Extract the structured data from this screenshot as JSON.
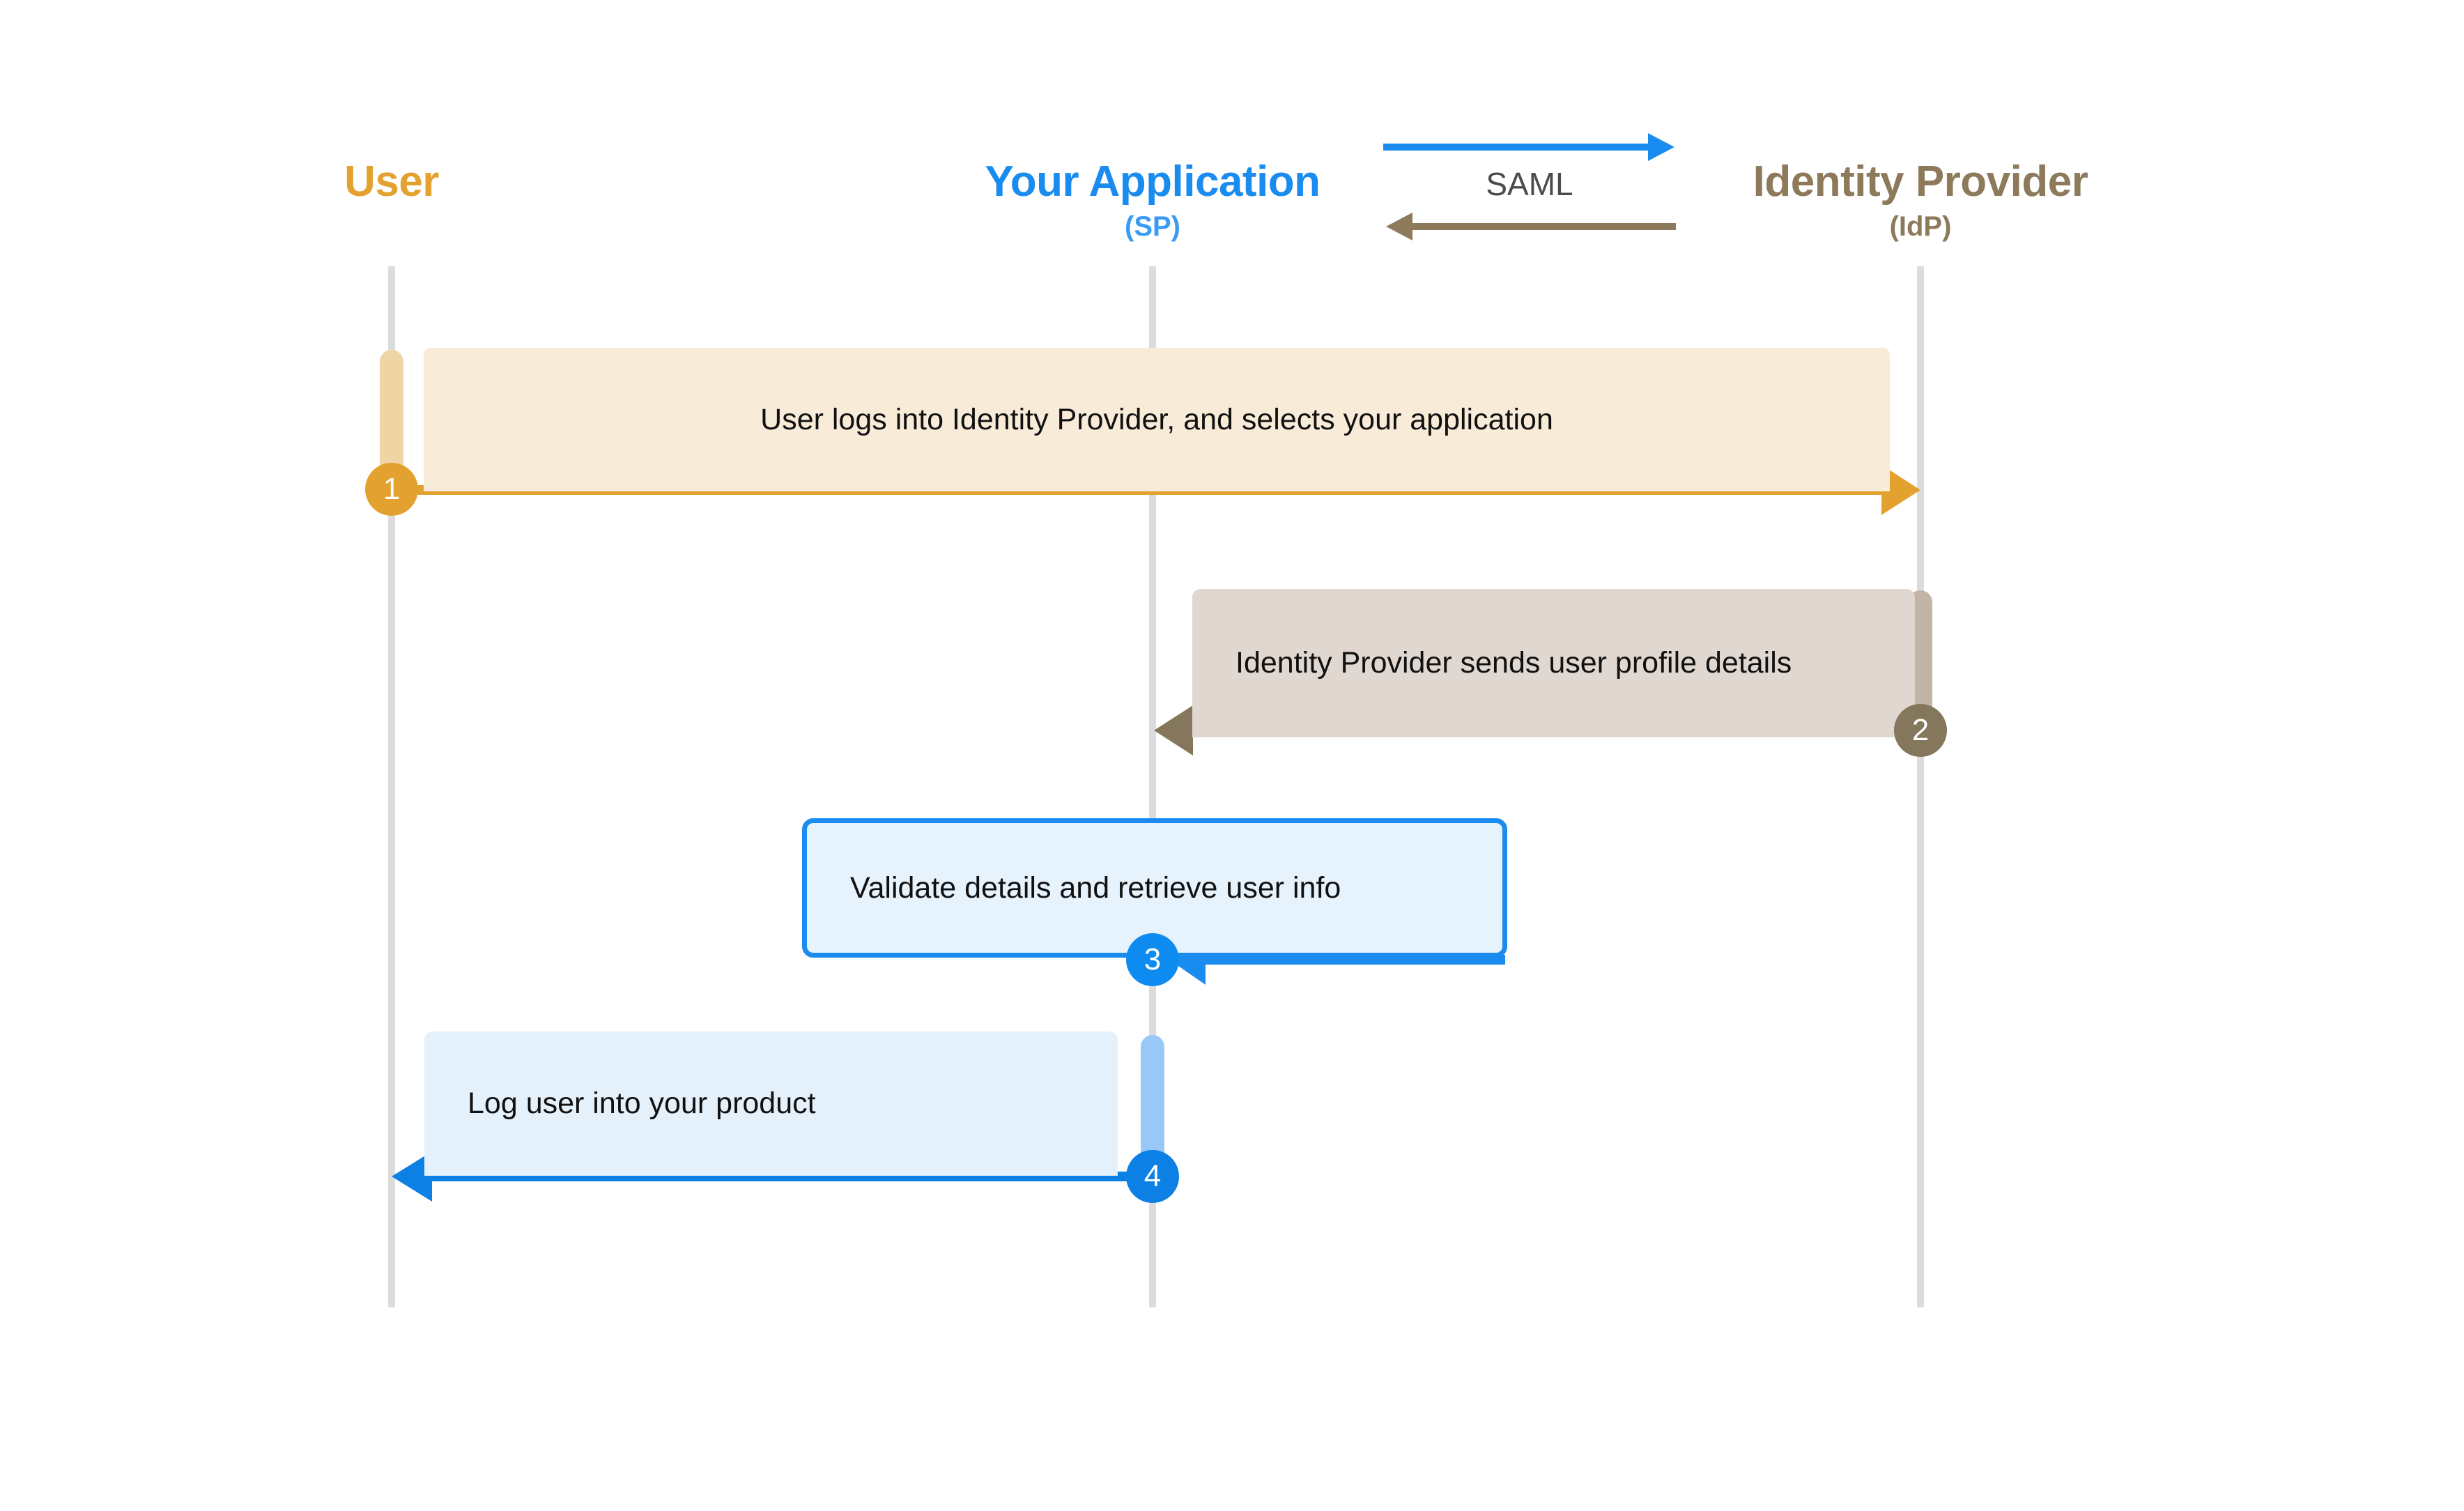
{
  "actors": [
    {
      "id": "user",
      "title": "User",
      "sub": "",
      "color": "#e3a230"
    },
    {
      "id": "app",
      "title": "Your Application",
      "sub": "(SP)",
      "color": "#1a8cf0"
    },
    {
      "id": "idp",
      "title": "Identity Provider",
      "sub": "(IdP)",
      "color": "#8c7a5b"
    }
  ],
  "legend": {
    "label": "SAML",
    "outbound_color": "#1a8cf0",
    "inbound_color": "#8c7a5b"
  },
  "steps": [
    {
      "number": "1",
      "text": "User logs into Identity Provider, and selects your application",
      "from": "user",
      "to": "idp",
      "direction": "right",
      "color": "#e3a230",
      "fill": "#f8ecd9"
    },
    {
      "number": "2",
      "text": "Identity Provider sends user profile details",
      "from": "idp",
      "to": "app",
      "direction": "left",
      "color": "#85775c",
      "fill": "#e0d7d0"
    },
    {
      "number": "3",
      "text": "Validate details and retrieve user info",
      "from": "app",
      "to": "app",
      "direction": "self",
      "color": "#1a8cf0",
      "fill": "#e6f2fc"
    },
    {
      "number": "4",
      "text": "Log user into your product",
      "from": "app",
      "to": "user",
      "direction": "left",
      "color": "#0d80e5",
      "fill": "#e4f0fa"
    }
  ],
  "colors": {
    "lifeline": "#dcdcdc",
    "background": "#ffffff",
    "text": "#111111"
  }
}
